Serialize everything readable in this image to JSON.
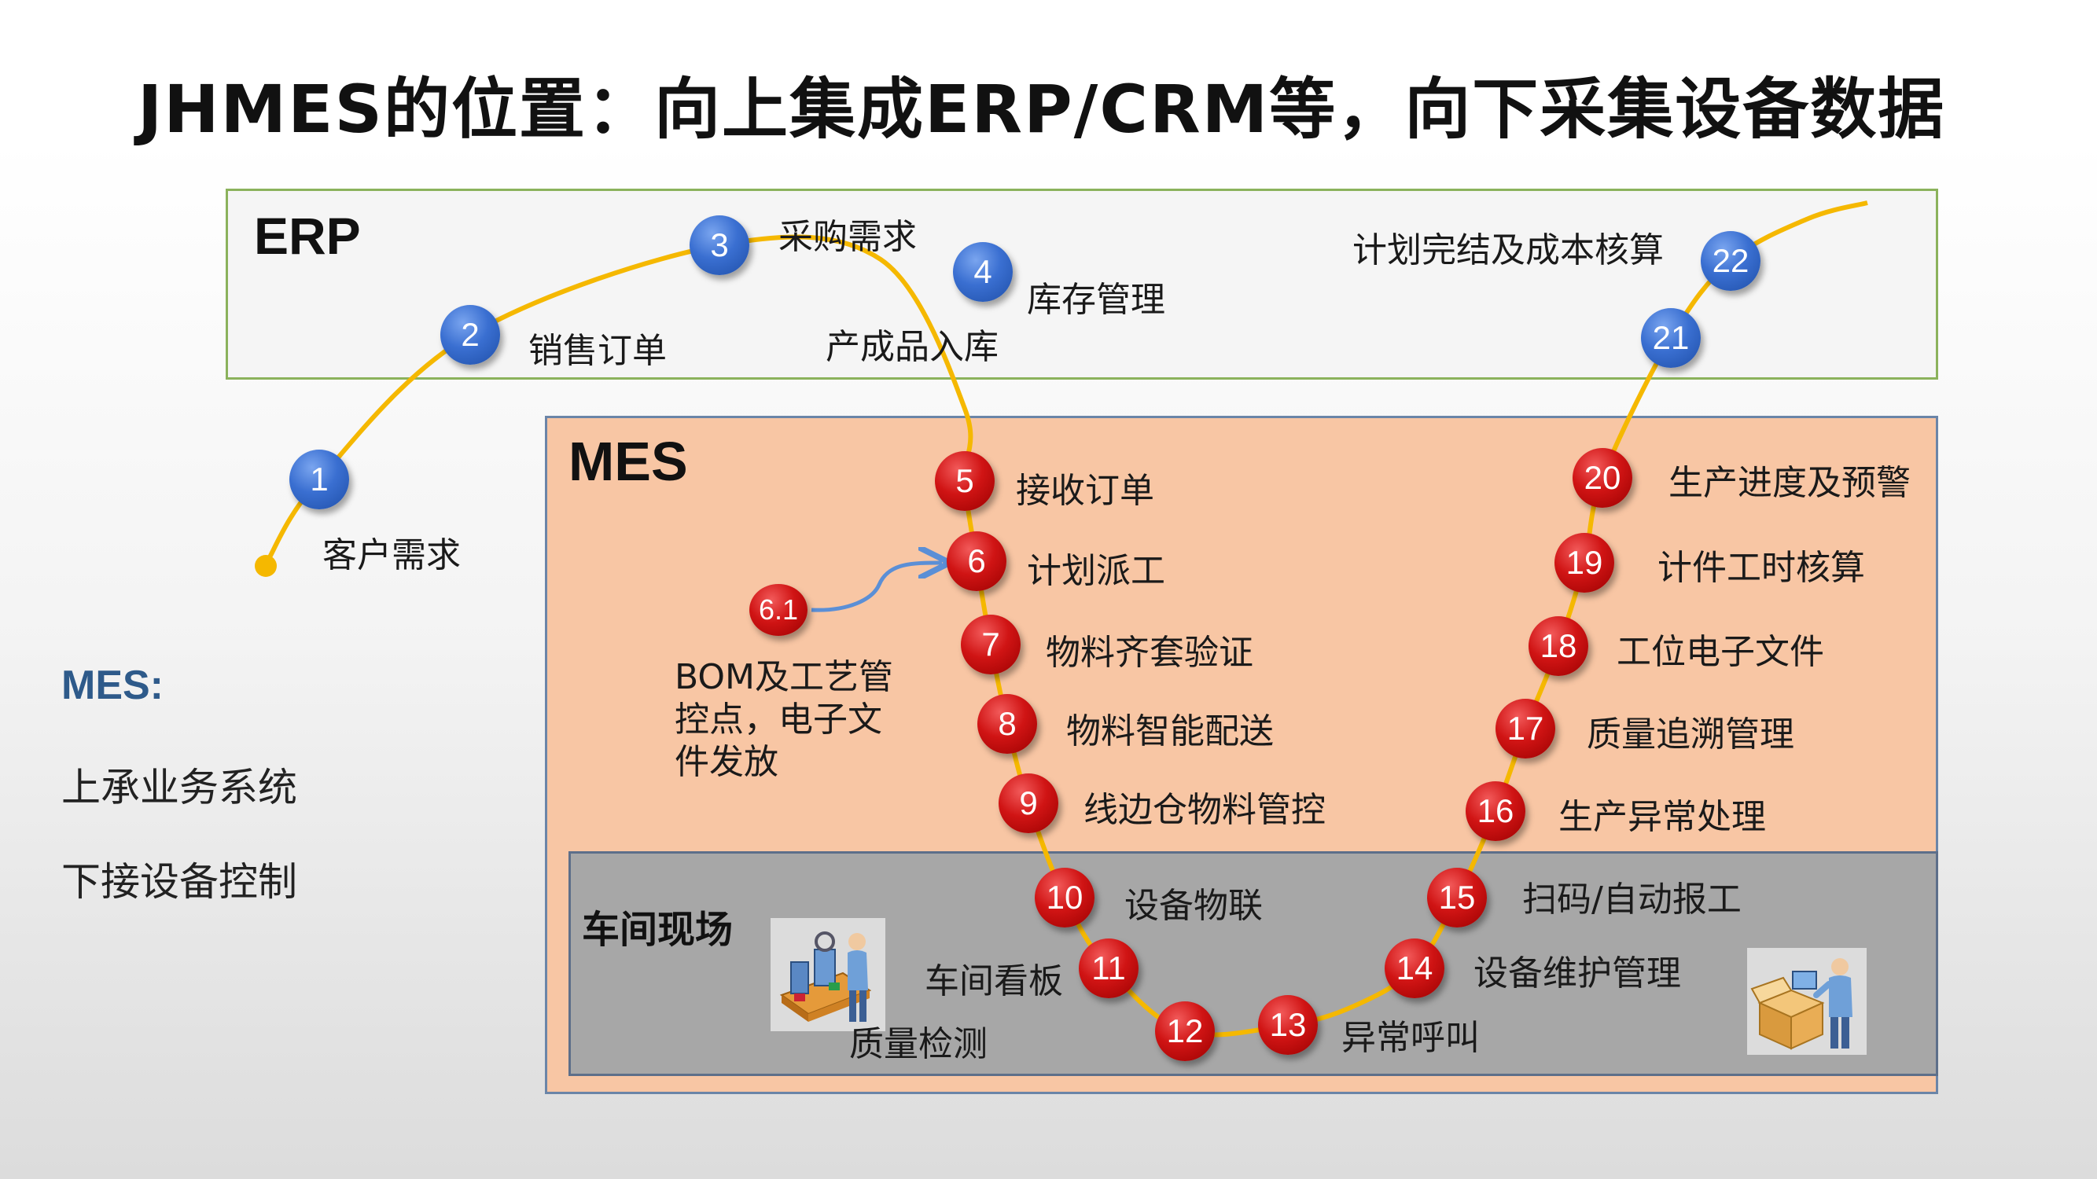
{
  "title": "JHMES的位置：向上集成ERP/CRM等，向下采集设备数据",
  "regions": {
    "erp": "ERP",
    "mes": "MES",
    "workshop": "车间现场"
  },
  "sidebar": {
    "heading": "MES:",
    "lines": [
      "上承业务系统",
      "下接设备控制"
    ]
  },
  "steps": [
    {
      "num": "1",
      "label": "客户需求",
      "color": "blue"
    },
    {
      "num": "2",
      "label": "销售订单",
      "color": "blue"
    },
    {
      "num": "3",
      "label": "采购需求",
      "color": "blue"
    },
    {
      "num": "4",
      "label": "库存管理",
      "color": "blue"
    },
    {
      "num": "5",
      "label": "接收订单",
      "color": "red"
    },
    {
      "num": "6",
      "label": "计划派工",
      "color": "red"
    },
    {
      "num": "7",
      "label": "物料齐套验证",
      "color": "red"
    },
    {
      "num": "8",
      "label": "物料智能配送",
      "color": "red"
    },
    {
      "num": "9",
      "label": "线边仓物料管控",
      "color": "red"
    },
    {
      "num": "10",
      "label": "设备物联",
      "color": "red"
    },
    {
      "num": "11",
      "label": "车间看板",
      "color": "red"
    },
    {
      "num": "12",
      "label": "质量检测",
      "color": "red"
    },
    {
      "num": "13",
      "label": "异常呼叫",
      "color": "red"
    },
    {
      "num": "14",
      "label": "设备维护管理",
      "color": "red"
    },
    {
      "num": "15",
      "label": "扫码/自动报工",
      "color": "red"
    },
    {
      "num": "16",
      "label": "生产异常处理",
      "color": "red"
    },
    {
      "num": "17",
      "label": "质量追溯管理",
      "color": "red"
    },
    {
      "num": "18",
      "label": "工位电子文件",
      "color": "red"
    },
    {
      "num": "19",
      "label": "计件工时核算",
      "color": "red"
    },
    {
      "num": "20",
      "label": "生产进度及预警",
      "color": "red"
    },
    {
      "num": "21",
      "label": "产成品入库",
      "color": "blue"
    },
    {
      "num": "22",
      "label": "计划完结及成本核算",
      "color": "blue"
    }
  ],
  "sub_step": {
    "num": "6.1",
    "label_lines": [
      "BOM及工艺管",
      "控点，电子文",
      "件发放"
    ],
    "color": "red"
  },
  "colors": {
    "flow_line": "#f5b800",
    "erp_border": "#8bb25c",
    "mes_fill": "#f8c6a4",
    "workshop_fill": "#a7a7a7",
    "blue_node": "#2f62c4",
    "red_node": "#c00000",
    "arrow": "#5b8fd6",
    "sidebar_heading": "#2e5a8a"
  },
  "icons": [
    "assembly-line-worker-icon",
    "packing-worker-icon"
  ]
}
